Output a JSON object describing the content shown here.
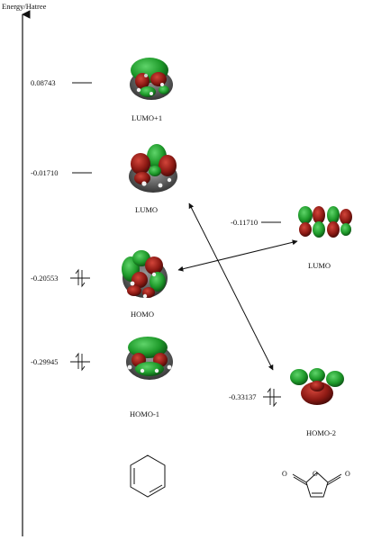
{
  "axis": {
    "label": "Energy/Hatree"
  },
  "left_levels": [
    {
      "energy": "0.08743",
      "orbital": "LUMO+1",
      "occupied": false
    },
    {
      "energy": "-0.01710",
      "orbital": "LUMO",
      "occupied": false
    },
    {
      "energy": "-0.20553",
      "orbital": "HOMO",
      "occupied": true
    },
    {
      "energy": "-0.29945",
      "orbital": "HOMO-1",
      "occupied": true
    }
  ],
  "right_levels": [
    {
      "energy": "-0.11710",
      "orbital": "LUMO",
      "occupied": false
    },
    {
      "energy": "-0.33137",
      "orbital": "HOMO-2",
      "occupied": true
    }
  ],
  "colors": {
    "lobe_positive": "#1e9a2a",
    "lobe_negative": "#8e1a14",
    "line": "#111111"
  }
}
